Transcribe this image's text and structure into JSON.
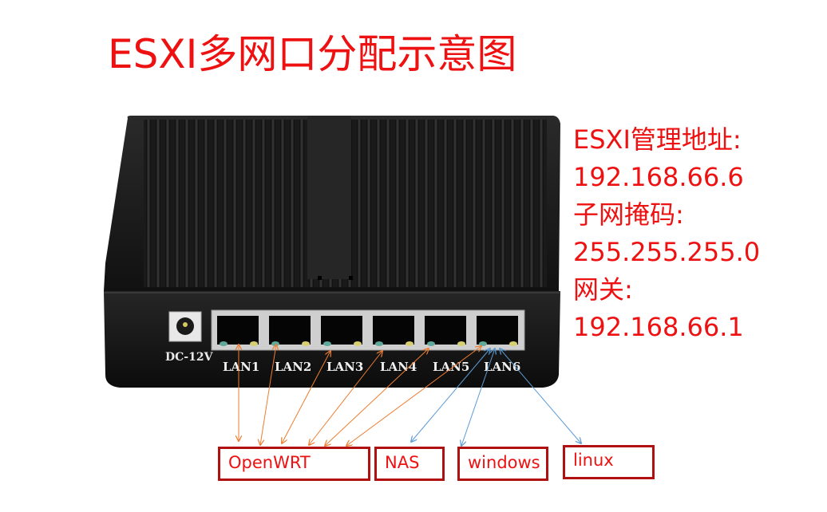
{
  "title": "ESXI多网口分配示意图",
  "info": {
    "mgmt_label": "ESXI管理地址:",
    "mgmt_ip": "192.168.66.6",
    "mask_label": "子网掩码:",
    "mask": "255.255.255.0",
    "gateway_label": "网关:",
    "gateway": "192.168.66.1"
  },
  "device": {
    "power_label": "DC-12V",
    "ports": [
      "LAN1",
      "LAN2",
      "LAN3",
      "LAN4",
      "LAN5",
      "LAN6"
    ]
  },
  "targets": [
    {
      "label": "OpenWRT",
      "ports": [
        "LAN1",
        "LAN2",
        "LAN3",
        "LAN4",
        "LAN5",
        "LAN6"
      ],
      "arrow_color": "#ed7d31"
    },
    {
      "label": "NAS",
      "ports": [
        "LAN6"
      ],
      "arrow_color": "#5b9bd5"
    },
    {
      "label": "windows",
      "ports": [
        "LAN6"
      ],
      "arrow_color": "#5b9bd5"
    },
    {
      "label": "linux",
      "ports": [
        "LAN6"
      ],
      "arrow_color": "#5b9bd5"
    }
  ],
  "colors": {
    "text_red": "#ee1111",
    "box_border": "#b01010",
    "orange_arrow": "#ed7d31",
    "blue_arrow": "#5b9bd5"
  }
}
